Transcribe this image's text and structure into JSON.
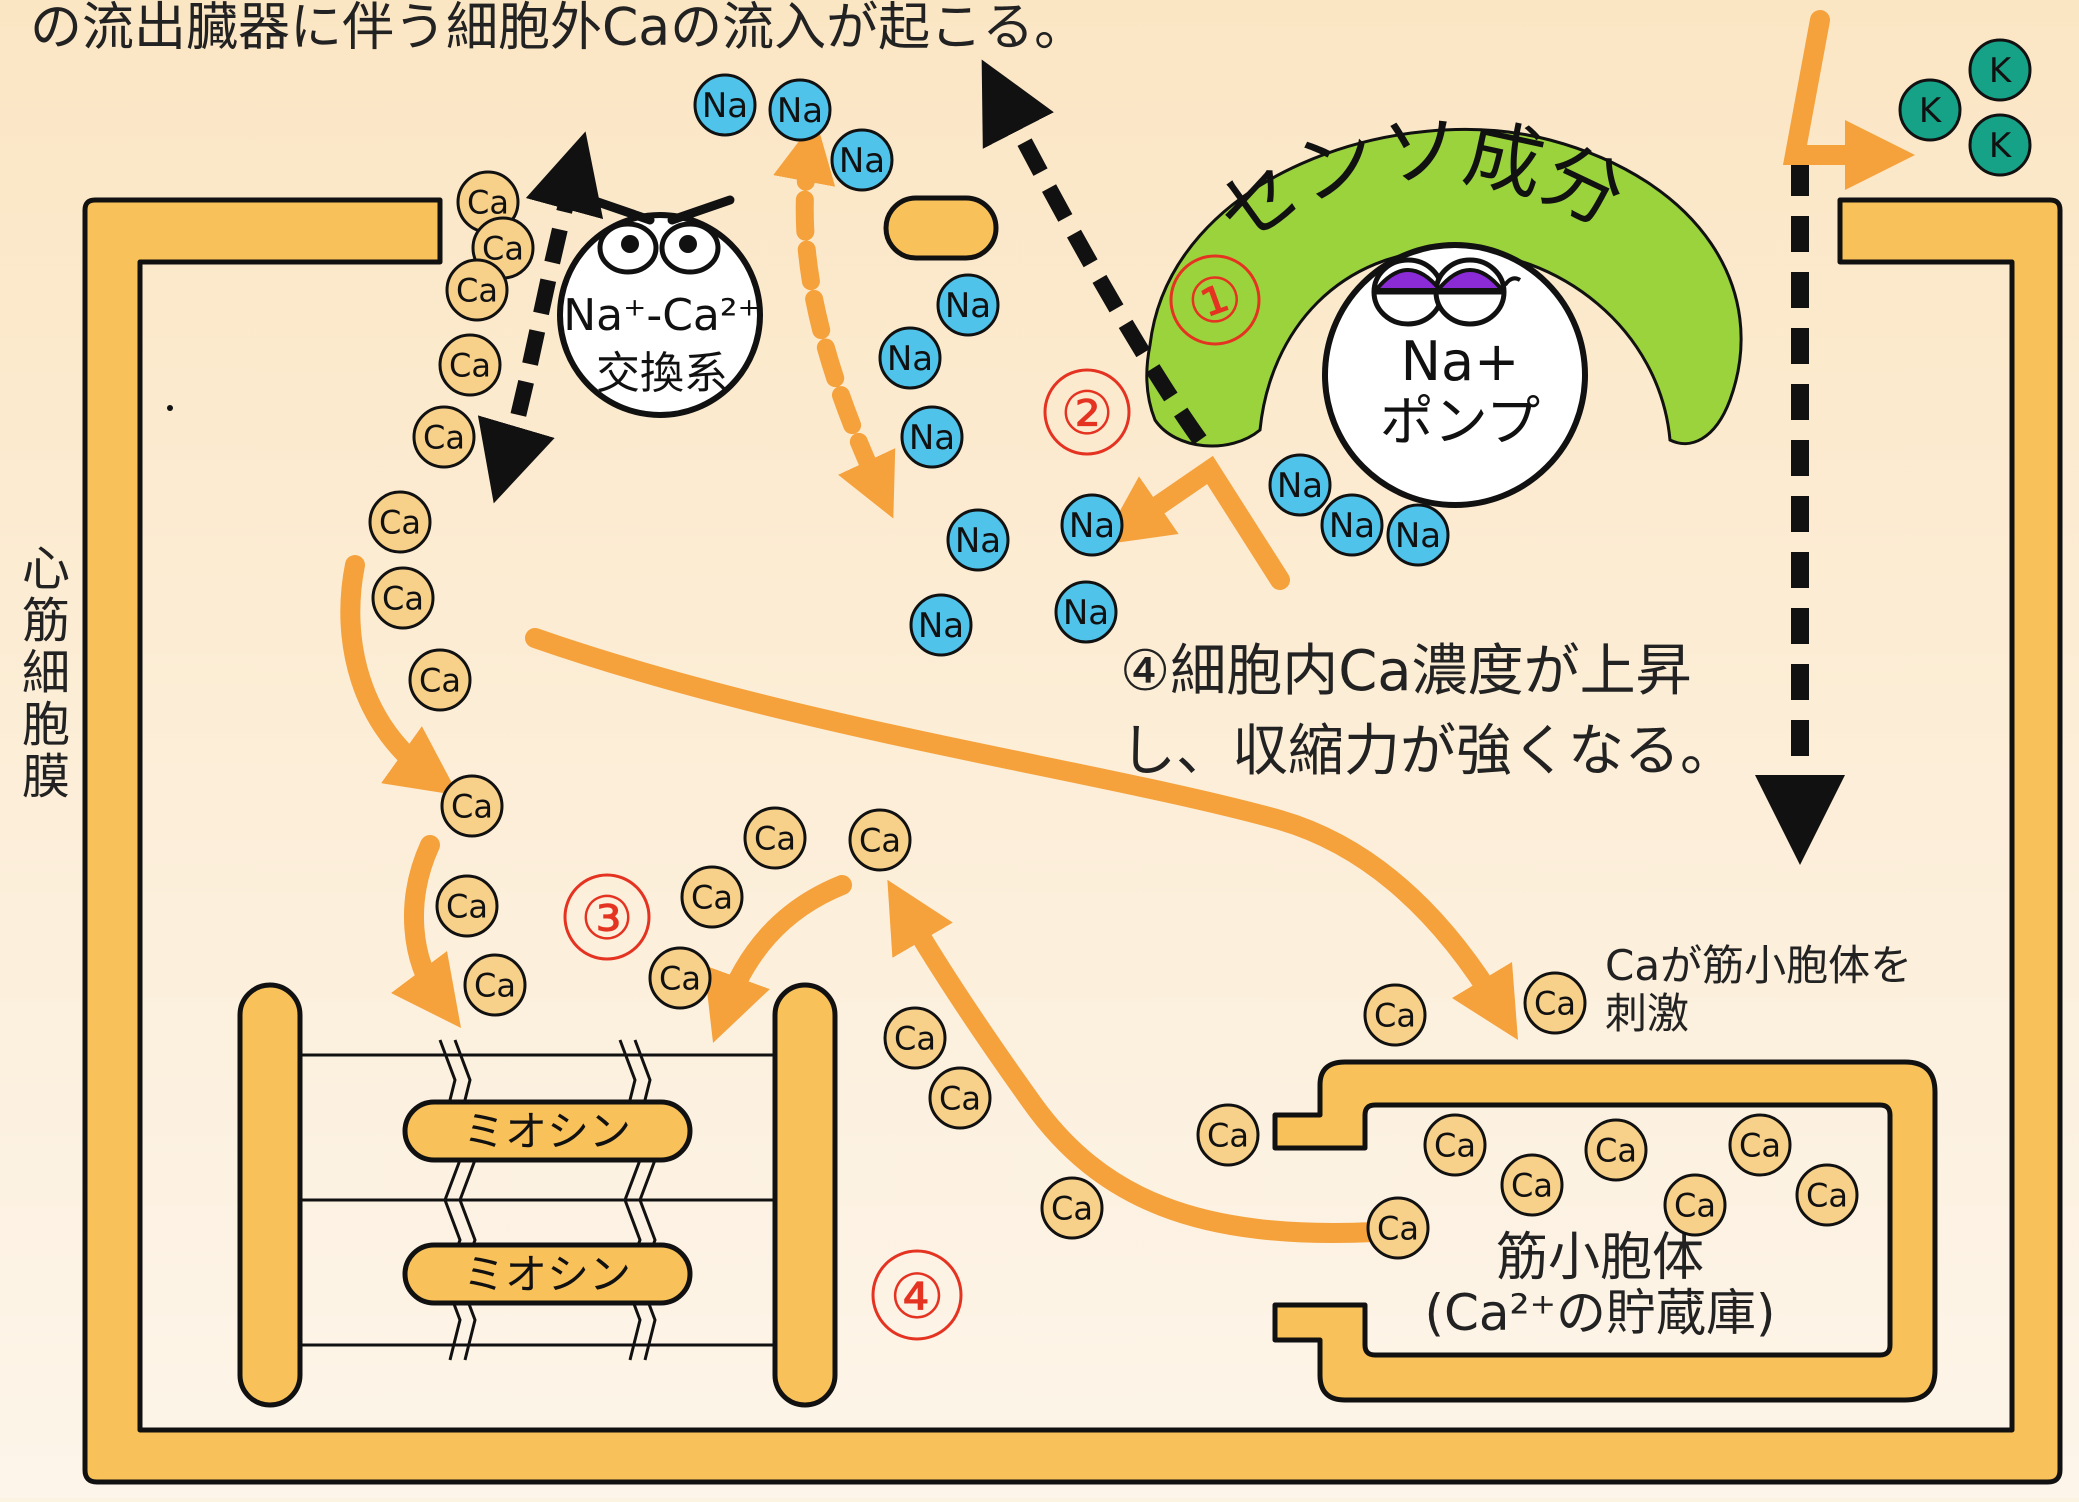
{
  "header_text": "の流出臓器に伴う細胞外Caの流入が起こる。",
  "membrane_label": "心筋細胞膜",
  "exchanger": {
    "line1": "Na⁺-Ca²⁺",
    "line2": "交換系"
  },
  "pump": {
    "line1": "Na+",
    "line2": "ポンプ"
  },
  "senso_label": "センソ成分",
  "steps": {
    "one": "①",
    "two": "②",
    "three": "③",
    "four": "④"
  },
  "step4_text": {
    "line1": "④細胞内Ca濃度が上昇",
    "line2": "し、収縮力が強くなる。"
  },
  "sr_stimulus": {
    "line1": "Caが筋小胞体を",
    "line2": "刺激"
  },
  "sr_label": {
    "line1": "筋小胞体",
    "line2": "(Ca²⁺の貯蔵庫)"
  },
  "myosin": [
    "ミオシン",
    "ミオシン"
  ],
  "ion_na": "Na",
  "ion_ca": "Ca",
  "ion_k": "K",
  "colors": {
    "membrane_fill": "#f8c159",
    "ca_fill": "#f7d08a",
    "na_fill": "#4fc3ea",
    "k_fill": "#16a287",
    "senso_fill": "#9bd33c",
    "arrow_orange": "#f5a13c",
    "step_red": "#e53322",
    "eye_purple": "#8a2bd6"
  }
}
